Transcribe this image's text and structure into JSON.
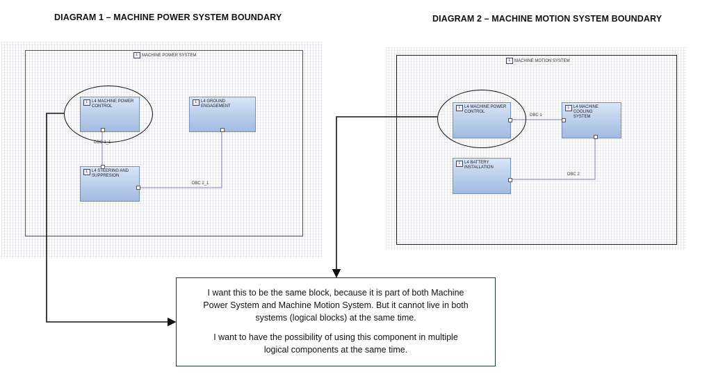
{
  "headings": {
    "diagram1": "DIAGRAM 1 – MACHINE POWER SYSTEM BOUNDARY",
    "diagram2": "DIAGRAM 2 – MACHINE MOTION SYSTEM BOUNDARY"
  },
  "diagram1": {
    "boundary_title": "MACHINE POWER SYSTEM",
    "blocks": {
      "power_control": [
        "L4 MACHINE POWER",
        "CONTROL"
      ],
      "ground_engagement": [
        "L4 GROUND",
        "ENGAGEMENT"
      ],
      "steering": [
        "L4 STEERING AND",
        "SUPPRESION"
      ]
    },
    "connectors": {
      "c1": "DBC 1_1",
      "c2": "DBC 2_1"
    }
  },
  "diagram2": {
    "boundary_title": "MACHINE MOTION SYSTEM",
    "blocks": {
      "power_control": [
        "L4 MACHINE POWER",
        "CONTROL"
      ],
      "cooling": [
        "L4 MACHINE COOLING",
        "SYSTEM"
      ],
      "battery": [
        "L4 BATTERY",
        "INSTALLATION"
      ]
    },
    "connectors": {
      "c1": "DBC 1",
      "c2": "DBC 2"
    }
  },
  "icon_letter": "L",
  "note": {
    "line1": "I want this to be the same block, because it is part of both Machine",
    "line2": "Power System and Machine Motion System. But it cannot live in both",
    "line3": "systems (logical blocks) at the same time.",
    "line4": "I want to have the possibility of using this component in multiple",
    "line5": "logical components at the same time."
  }
}
